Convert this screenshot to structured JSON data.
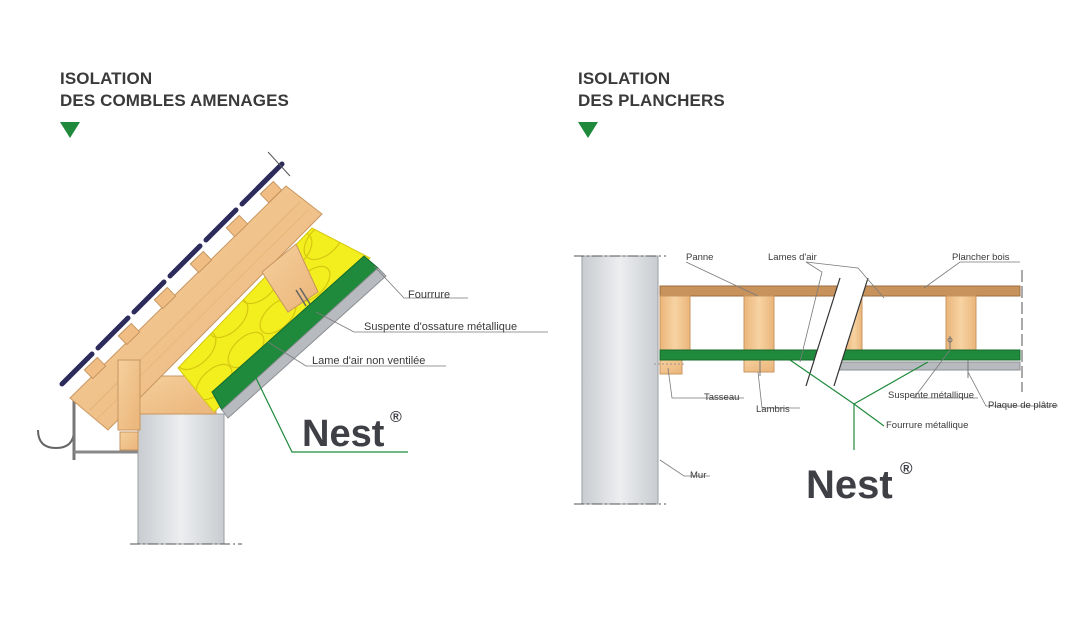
{
  "left_panel": {
    "heading_line1": "ISOLATION",
    "heading_line2": "DES COMBLES AMENAGES",
    "labels": {
      "fourrure": "Fourrure",
      "suspente": "Suspente d'ossature métallique",
      "lame_air": "Lame d'air non ventilée"
    },
    "brand": "Nest",
    "brand_mark": "®"
  },
  "right_panel": {
    "heading_line1": "ISOLATION",
    "heading_line2": "DES PLANCHERS",
    "labels": {
      "panne": "Panne",
      "lames_air": "Lames d'air",
      "plancher_bois": "Plancher bois",
      "tasseau": "Tasseau",
      "lambris": "Lambris",
      "suspente": "Suspente métallique",
      "plaque": "Plaque de plâtre",
      "fourrure": "Fourrure métallique",
      "mur": "Mur"
    },
    "brand": "Nest",
    "brand_mark": "®"
  },
  "colors": {
    "accent_green": "#1f8a3c",
    "wood": "#f2c48d",
    "insulation": "#f3ee1e",
    "concrete": "#d9dbde",
    "tile": "#2d2a5c"
  }
}
